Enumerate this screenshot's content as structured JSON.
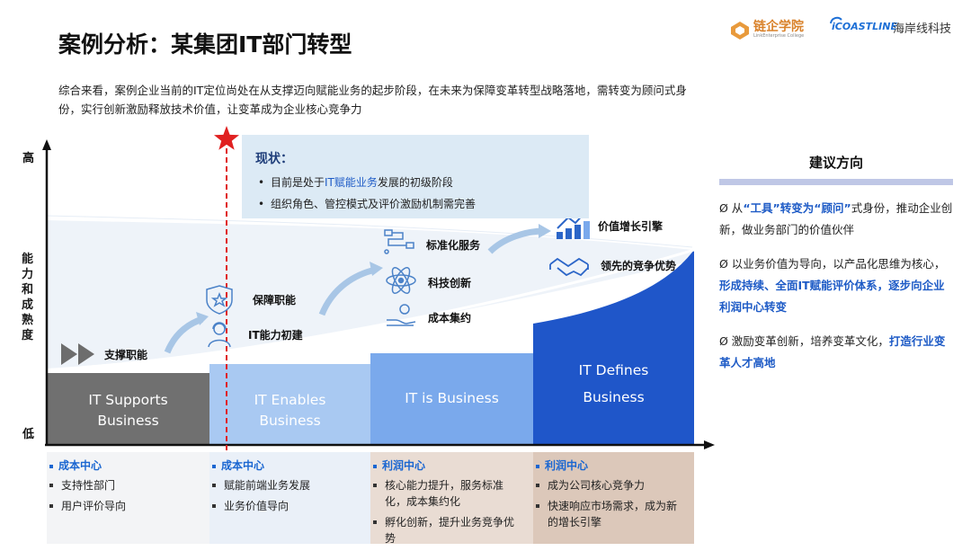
{
  "header": {
    "title": "案例分析：某集团IT部门转型",
    "logo_linkq": {
      "name": "链企学院",
      "sub": "LinkEnterprise College"
    },
    "logo_icoast": {
      "brand": "iCOASTLINE",
      "cn": "海岸线科技"
    }
  },
  "intro": "综合来看，案例企业当前的IT定位尚处在从支撑迈向赋能业务的起步阶段，在未来为保障变革转型战略落地，需转变为顾问式身份，实行创新激励释放技术价值，让变革成为企业核心竞争力",
  "axis": {
    "y_high": "高",
    "y_low": "低",
    "y_title": "能力和成熟度"
  },
  "callout": {
    "heading": "现状：",
    "line1_pre": "目前是处于",
    "line1_hl": "IT赋能业务",
    "line1_post": "发展的初级阶段",
    "line2": "组织角色、管控模式及评价激励机制需完善"
  },
  "stages": [
    {
      "line1": "IT Supports",
      "line2": "Business",
      "color": "#707070"
    },
    {
      "line1": "IT Enables",
      "line2": "Business",
      "color": "#a9c9f2"
    },
    {
      "line1": "IT is Business",
      "line2": "",
      "color": "#7aa9ec"
    },
    {
      "line1": "IT Defines",
      "line2": "Business",
      "color": "#1f56c9"
    }
  ],
  "items": {
    "support": "支撑职能",
    "guarantee": "保障职能",
    "initial": "IT能力初建",
    "standard": "标准化服务",
    "tech": "科技创新",
    "cost": "成本集约",
    "growth": "价值增长引擎",
    "lead": "领先的竞争优势"
  },
  "icons": [
    "play-double-icon",
    "shield-star-icon",
    "person-icon",
    "flow-icon",
    "atom-icon",
    "hand-coin-icon",
    "chart-coins-icon",
    "handshake-icon",
    "red-star-icon"
  ],
  "bottom": [
    {
      "head": "成本中心",
      "bullets": [
        "支持性部门",
        "用户评价导向"
      ]
    },
    {
      "head": "成本中心",
      "bullets": [
        "赋能前端业务发展",
        "业务价值导向"
      ]
    },
    {
      "head": "利润中心",
      "bullets": [
        "核心能力提升，服务标准化，成本集约化",
        "孵化创新，提升业务竞争优势"
      ]
    },
    {
      "head": "利润中心",
      "bullets": [
        "成为公司核心竞争力",
        "快速响应市场需求，成为新的增长引擎"
      ]
    }
  ],
  "side": {
    "title": "建议方向",
    "p1_a": "Ø 从",
    "p1_em1": "“工具”转变为“顾问”",
    "p1_b": "式身份，推动企业创新，做业务部门的价值伙伴",
    "p2_a": "Ø 以业务价值为导向，以产品化思维为核心，",
    "p2_em": "形成持续、全面IT赋能评价体系，逐步向企业利润中心转变",
    "p3_a": "Ø 激励变革创新，培养变革文化，",
    "p3_em": "打造行业变革人才高地"
  },
  "colors": {
    "accent": "#1e5bc6",
    "red": "#e02020",
    "dark_blue": "#1f56c9"
  }
}
